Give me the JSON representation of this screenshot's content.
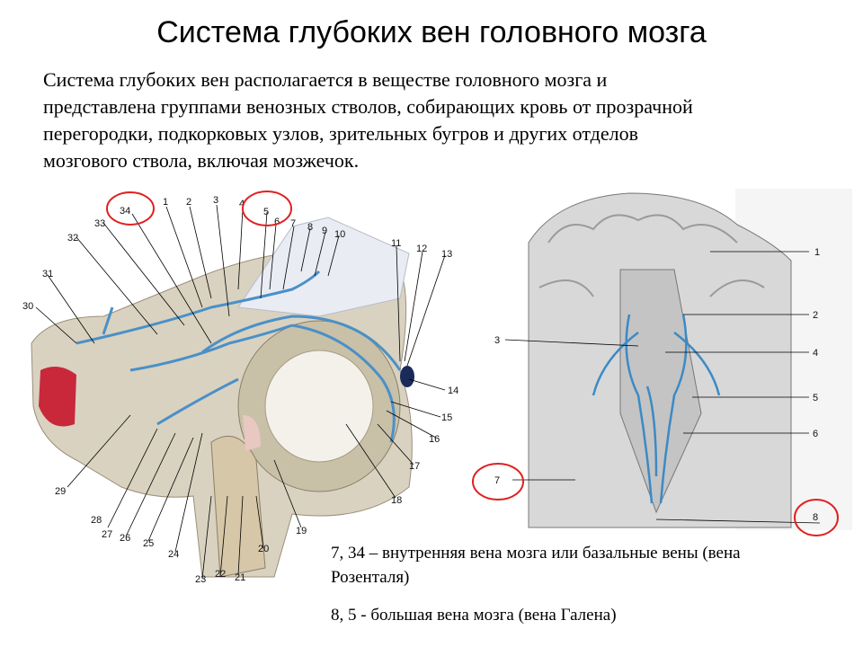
{
  "slide": {
    "title": "Система глубоких вен головного мозга",
    "intro_lines": [
      "Система глубоких вен располагается в веществе головного мозга и",
      "представлена группами венозных стволов, собирающих кровь от прозрачной",
      "перегородки, подкорковых узлов, зрительных бугров и других отделов",
      "мозгового ствола, включая мозжечок."
    ],
    "caption_1_lines": [
      "7, 34 – внутренняя вена мозга  или базальные вены (вена",
      "Розенталя)"
    ],
    "caption_2": "8, 5 - большая вена мозга (вена Галена)"
  },
  "figure_left": {
    "labels": [
      "1",
      "2",
      "3",
      "4",
      "5",
      "6",
      "7",
      "8",
      "9",
      "10",
      "11",
      "12",
      "13",
      "14",
      "15",
      "16",
      "17",
      "18",
      "19",
      "20",
      "21",
      "22",
      "23",
      "24",
      "25",
      "26",
      "27",
      "28",
      "29",
      "30",
      "31",
      "32",
      "33",
      "34"
    ],
    "highlighted": [
      "34",
      "5"
    ]
  },
  "figure_right": {
    "labels": [
      "1",
      "2",
      "3",
      "4",
      "5",
      "6",
      "7",
      "8"
    ],
    "highlighted": [
      "7",
      "8"
    ]
  },
  "colors": {
    "vein": "#4a90c8",
    "highlight_circle": "#e02020",
    "tissue": "#d9d2c0",
    "pink": "#e8c8c0",
    "red": "#c8283a"
  }
}
